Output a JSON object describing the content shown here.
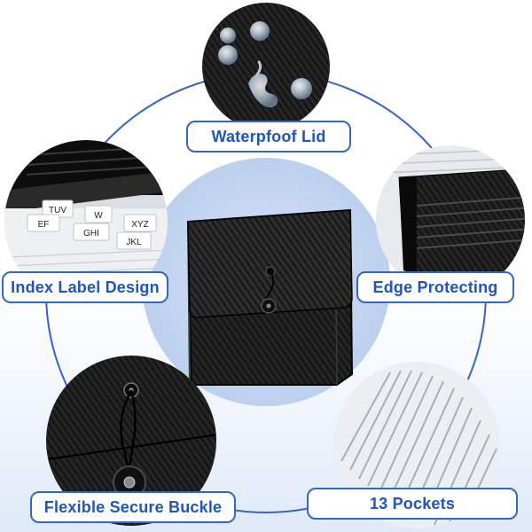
{
  "labels": {
    "waterproof_lid": "Waterpfoof Lid",
    "index_label": "Index Label Design",
    "edge_protecting": "Edge Protecting",
    "buckle": "Flexible Secure Buckle",
    "pockets": "13 Pockets"
  },
  "tab_letters": [
    "TUV",
    "W",
    "XYZ",
    "EF",
    "GHI",
    "JKL"
  ],
  "colors": {
    "accent_blue": "#3466c8",
    "label_text": "#1f55c0",
    "folder_black": "#121212",
    "center_circle": "#c6d7f0"
  }
}
